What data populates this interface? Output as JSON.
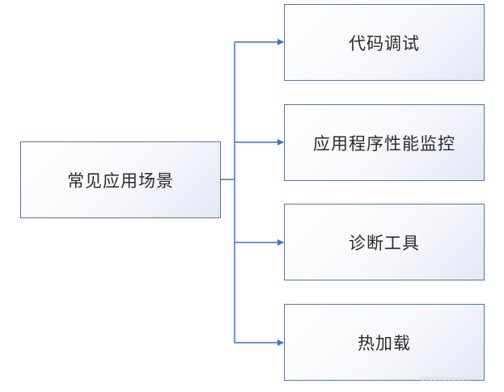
{
  "diagram": {
    "root": {
      "label": "常见应用场景"
    },
    "children": [
      {
        "label": "代码调试"
      },
      {
        "label": "应用程序性能监控"
      },
      {
        "label": "诊断工具"
      },
      {
        "label": "热加载"
      }
    ]
  },
  "colors": {
    "connector": "#4472c4",
    "border": "#5f7394",
    "text": "#2b2b2b"
  },
  "watermark": {
    "text": "bhcdnfaee.com"
  }
}
